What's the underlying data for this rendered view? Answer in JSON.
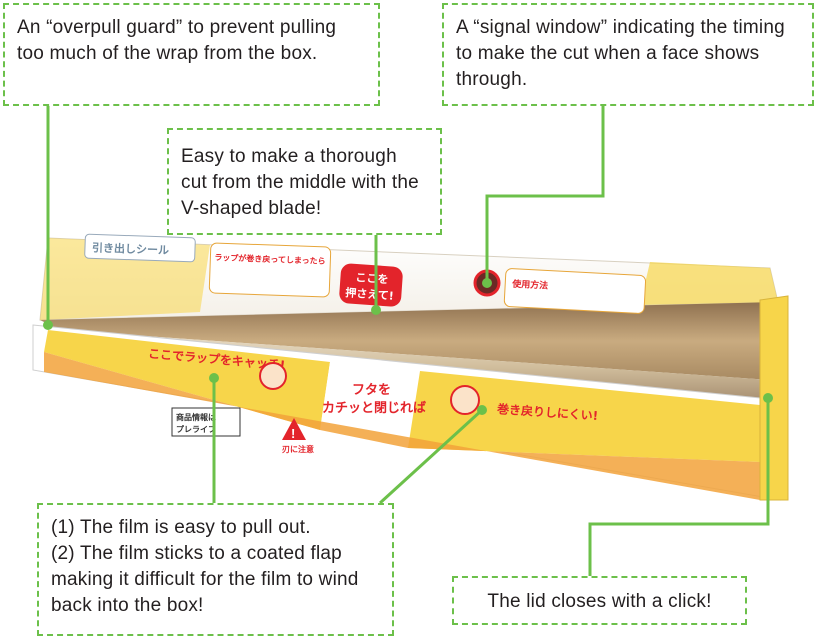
{
  "callouts": {
    "overpull": {
      "text": "An “overpull guard” to prevent pulling too much of the wrap from the box."
    },
    "signal_window": {
      "text": "A “signal window” indicating the timing to make the cut when a face shows through."
    },
    "v_blade": {
      "text": "Easy to make a thorough cut from the middle with the V-shaped blade!"
    },
    "film": {
      "line1": "(1) The film is easy to pull out.",
      "line2": "(2) The film sticks to a coated flap making it difficult for the film to wind back into the box!"
    },
    "lid": {
      "text": "The lid closes with a click!"
    }
  },
  "box_labels": {
    "catch": "ここでラップをキャッチ!",
    "futa_1": "フタを",
    "futa_2": "カチッと閉じれば",
    "rewind": "巻き戻りしにくい!",
    "press_1": "ここを",
    "press_2": "押さえて!",
    "pull_seal": "引き出しシール",
    "wrap_cut": "ラップが巻き戻ってしまったら",
    "usage": "使用方法",
    "caution": "刃に注意",
    "product_info": "商品情報は",
    "brand": "プレライフ"
  },
  "colors": {
    "callout_border": "#6cc04a",
    "leader_line": "#6cc04a",
    "box_yellow": "#f7d54a",
    "box_orange": "#f2a23a",
    "film_tan": "#b8976a",
    "alert_red": "#e3242b"
  }
}
